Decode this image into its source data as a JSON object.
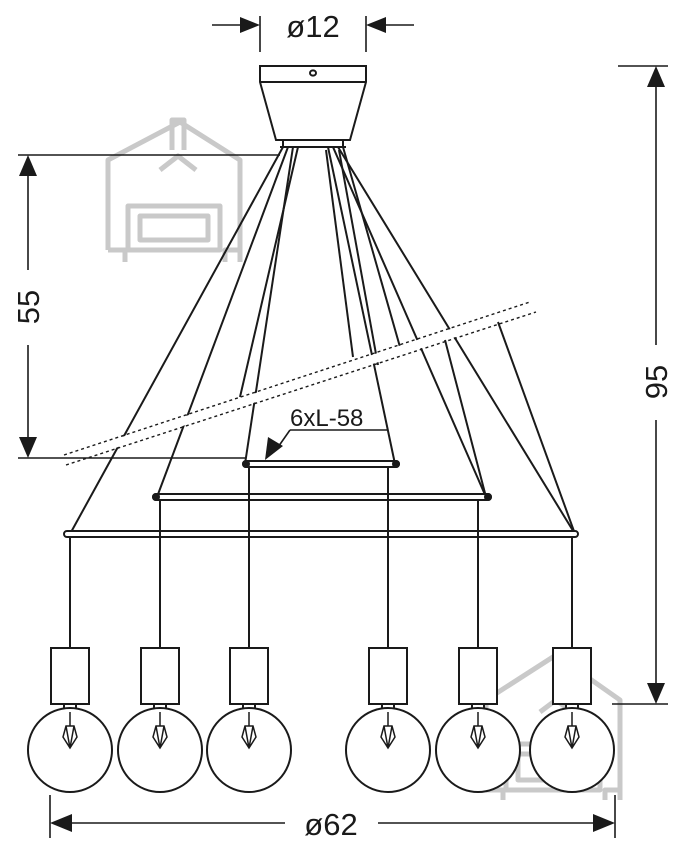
{
  "diagram": {
    "dimensions": {
      "canopy_diameter": "ø12",
      "suspension_height": "55",
      "total_height": "95",
      "wire_length": "6xL-58",
      "total_diameter": "ø62"
    },
    "lamp_count": 6,
    "colors": {
      "line": "#1a1a1a",
      "watermark": "#c8c8c8"
    },
    "icons": [
      "house-watermark-icon",
      "arrowhead-icon"
    ]
  }
}
